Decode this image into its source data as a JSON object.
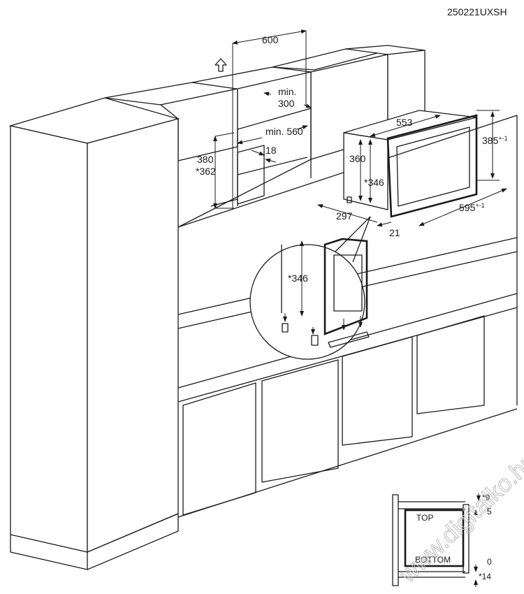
{
  "model_code": "250221UXSH",
  "dimensions": {
    "niche_width": "600",
    "min_300": "min.\n300",
    "min_label": "min.",
    "d300": "300",
    "min_560": "min. 560",
    "d18": "18",
    "d380": "380",
    "d362": "*362",
    "d553": "553",
    "d360": "360",
    "d346": "*346",
    "d385": "385",
    "d385_tol": "+-1",
    "d297": "297",
    "d595": "595",
    "d595_tol": "+-1",
    "d21": "21",
    "detail_346": "*346"
  },
  "side_detail": {
    "top_label": "TOP",
    "bottom_label": "BOTTOM",
    "d9": "*9",
    "d5": "5",
    "d0": "0",
    "d14": "*14"
  },
  "watermark": "www.digitalko.hu"
}
